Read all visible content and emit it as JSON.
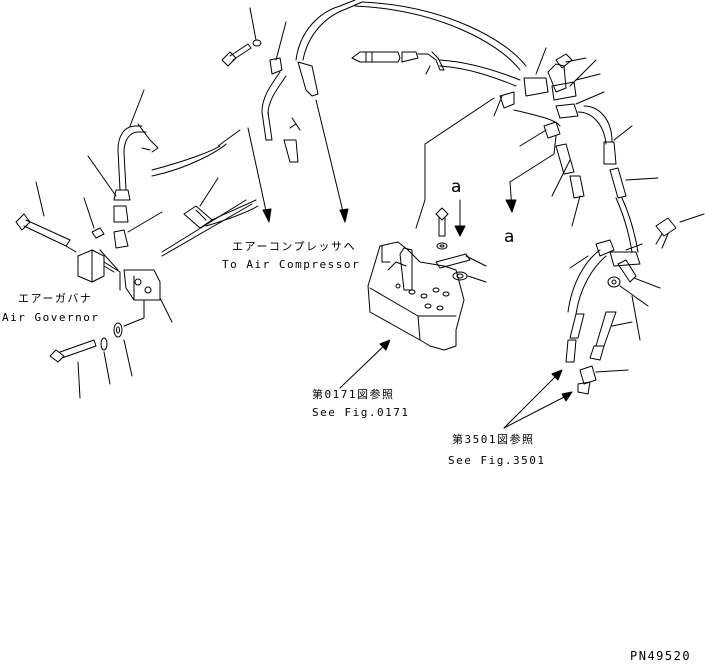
{
  "labels": {
    "to_compressor_jp": "エアーコンプレッサヘ",
    "to_compressor_en": "To Air Compressor",
    "governor_jp": "エアーガバナ",
    "governor_en": "Air Governor",
    "see_0171_jp": "第0171図参照",
    "see_0171_en": "See Fig.0171",
    "see_3501_jp": "第3501図参照",
    "see_3501_en": "See Fig.3501",
    "detail_a1": "a",
    "detail_a2": "a",
    "part_number": "PN49520"
  }
}
